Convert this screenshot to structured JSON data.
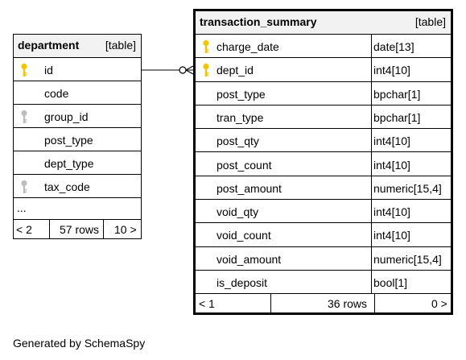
{
  "colors": {
    "line": "#000000",
    "header_bg": "#f2f2f2",
    "primary_key": "#f4c400",
    "foreign_key": "#bdbdbd"
  },
  "department": {
    "name": "department",
    "type": "[table]",
    "columns": [
      {
        "name": "id",
        "key": "primary-key-icon"
      },
      {
        "name": "code",
        "key": ""
      },
      {
        "name": "group_id",
        "key": "foreign-key-icon"
      },
      {
        "name": "post_type",
        "key": ""
      },
      {
        "name": "dept_type",
        "key": ""
      },
      {
        "name": "tax_code",
        "key": "foreign-key-icon"
      }
    ],
    "more": "...",
    "footer": {
      "parents": "< 2",
      "rows": "57 rows",
      "children": "10 >"
    }
  },
  "transaction_summary": {
    "name": "transaction_summary",
    "type": "[table]",
    "columns": [
      {
        "name": "charge_date",
        "dtype": "date[13]",
        "key": "primary-key-icon"
      },
      {
        "name": "dept_id",
        "dtype": "int4[10]",
        "key": "primary-key-icon"
      },
      {
        "name": "post_type",
        "dtype": "bpchar[1]",
        "key": ""
      },
      {
        "name": "tran_type",
        "dtype": "bpchar[1]",
        "key": ""
      },
      {
        "name": "post_qty",
        "dtype": "int4[10]",
        "key": ""
      },
      {
        "name": "post_count",
        "dtype": "int4[10]",
        "key": ""
      },
      {
        "name": "post_amount",
        "dtype": "numeric[15,4]",
        "key": ""
      },
      {
        "name": "void_qty",
        "dtype": "int4[10]",
        "key": ""
      },
      {
        "name": "void_count",
        "dtype": "int4[10]",
        "key": ""
      },
      {
        "name": "void_amount",
        "dtype": "numeric[15,4]",
        "key": ""
      },
      {
        "name": "is_deposit",
        "dtype": "bool[1]",
        "key": ""
      }
    ],
    "footer": {
      "parents": "< 1",
      "rows": "36 rows",
      "children": "0 >"
    }
  },
  "caption": "Generated by SchemaSpy"
}
